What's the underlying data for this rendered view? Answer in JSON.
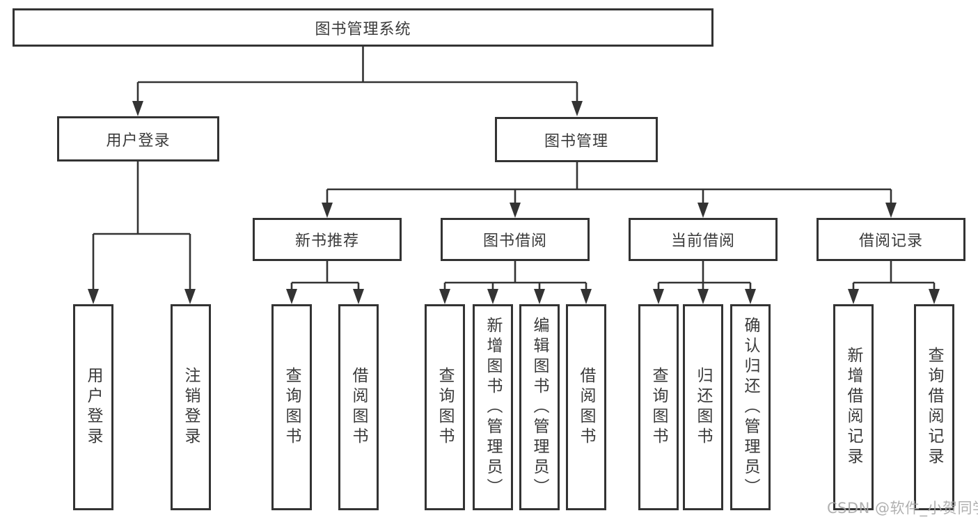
{
  "tree": {
    "label": "图书管理系统",
    "children": [
      {
        "label": "用户登录",
        "children": [
          {
            "label": "用户登录"
          },
          {
            "label": "注销登录"
          }
        ]
      },
      {
        "label": "图书管理",
        "children": [
          {
            "label": "新书推荐",
            "children": [
              {
                "label": "查询图书"
              },
              {
                "label": "借阅图书"
              }
            ]
          },
          {
            "label": "图书借阅",
            "children": [
              {
                "label": "查询图书"
              },
              {
                "label": "新增图书（管理员）"
              },
              {
                "label": "编辑图书（管理员）"
              },
              {
                "label": "借阅图书"
              }
            ]
          },
          {
            "label": "当前借阅",
            "children": [
              {
                "label": "查询图书"
              },
              {
                "label": "归还图书"
              },
              {
                "label": "确认归还（管理员）"
              }
            ]
          },
          {
            "label": "借阅记录",
            "children": [
              {
                "label": "新增借阅记录"
              },
              {
                "label": "查询借阅记录"
              }
            ]
          }
        ]
      }
    ]
  },
  "watermark": {
    "text": "CSDN @软件_小贺同学"
  },
  "colors": {
    "line": "#333333",
    "box_border": "#333333",
    "text": "#3a3a3a",
    "watermark": "#a8a8a8",
    "background": "#ffffff"
  }
}
